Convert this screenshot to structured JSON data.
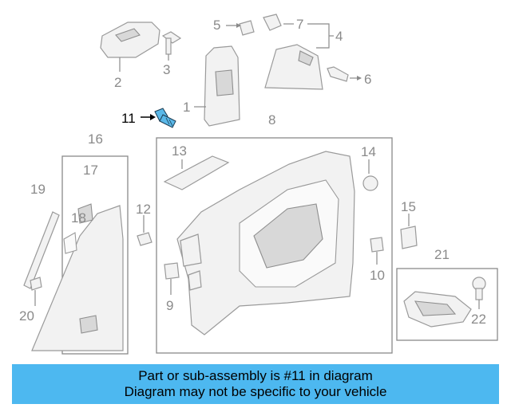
{
  "diagram": {
    "highlight_color": "#5ab8e8",
    "part_numbers": [
      "1",
      "2",
      "3",
      "4",
      "5",
      "6",
      "7",
      "8",
      "9",
      "10",
      "11",
      "12",
      "13",
      "14",
      "15",
      "16",
      "17",
      "18",
      "19",
      "20",
      "21",
      "22"
    ],
    "highlighted_part": "11"
  },
  "callout": {
    "background": "#4db8f0",
    "line1": "Part or sub-assembly is #11 in diagram",
    "line2": "Diagram may not be specific to your vehicle"
  }
}
